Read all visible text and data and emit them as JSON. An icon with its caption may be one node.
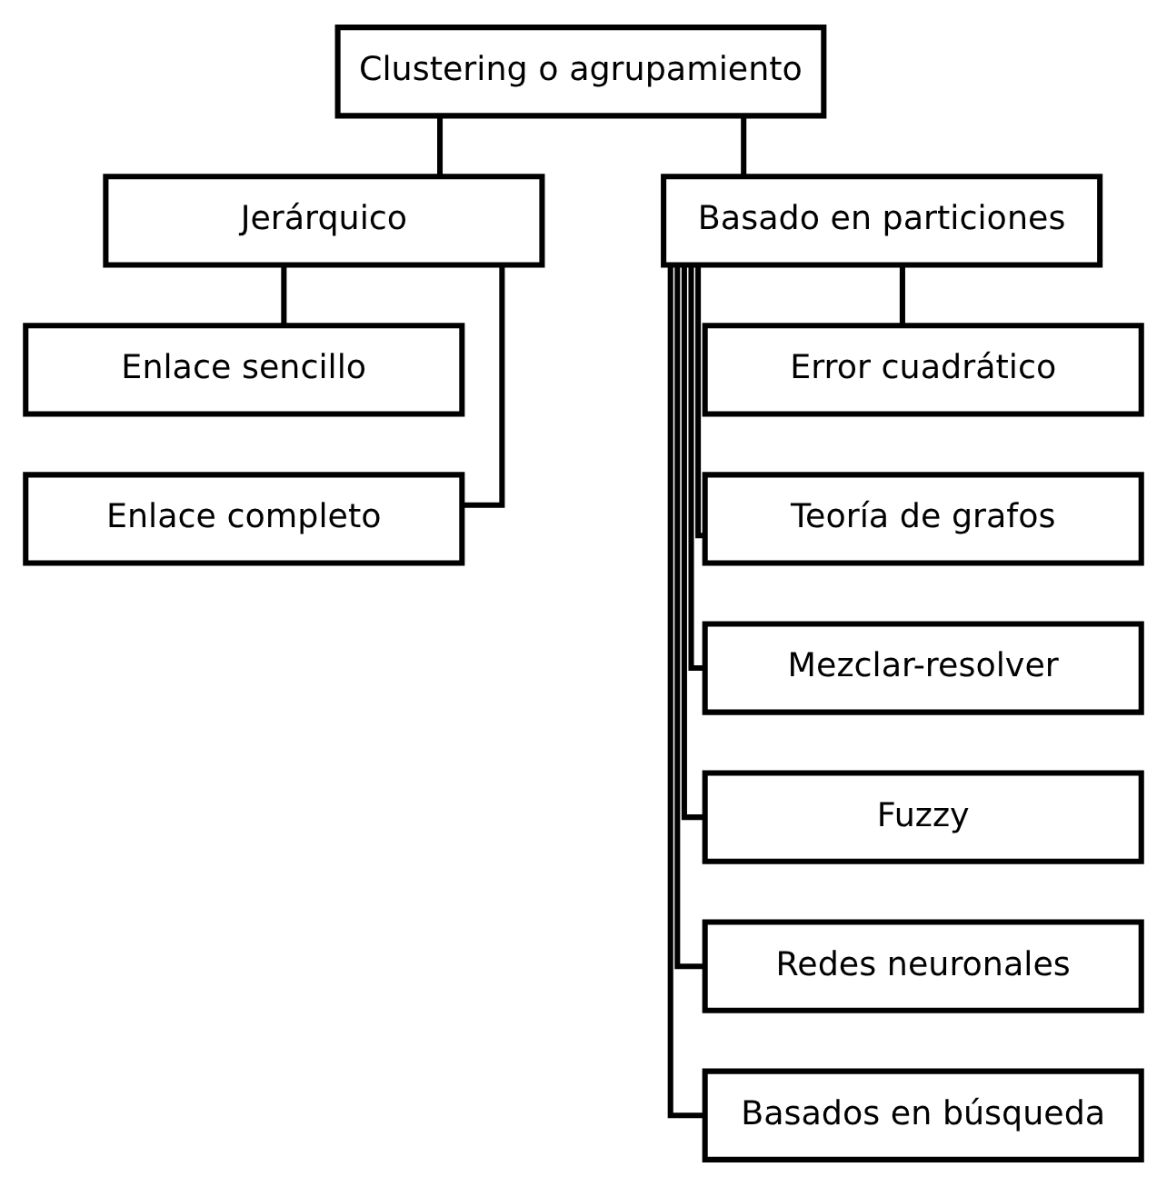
{
  "diagram": {
    "nodes": [
      {
        "text": [
          "Clustering o agrupamiento"
        ]
      },
      {
        "text": [
          "Jerárquico"
        ]
      },
      {
        "text": [
          "Basado en particiones"
        ]
      },
      {
        "text": [
          "Enlace sencillo"
        ]
      },
      {
        "text": [
          "Enlace completo"
        ]
      },
      {
        "text": [
          "Error cuadrático"
        ]
      },
      {
        "text": [
          "Teoría de grafos"
        ]
      },
      {
        "text": [
          "Mezclar-resolver"
        ]
      },
      {
        "text": [
          "Fuzzy"
        ]
      },
      {
        "text": [
          "Redes neuronales"
        ]
      },
      {
        "text": [
          "Basados en búsqueda"
        ]
      }
    ],
    "edges": [
      {
        "from": 0,
        "to": 1,
        "arrow": "none"
      },
      {
        "from": 0,
        "to": 2,
        "arrow": "none"
      },
      {
        "from": 1,
        "to": 3,
        "arrow": "none"
      },
      {
        "from": 1,
        "to": 4,
        "arrow": "none"
      },
      {
        "from": 2,
        "to": 5,
        "arrow": "none"
      },
      {
        "from": 2,
        "to": 6,
        "arrow": "none"
      },
      {
        "from": 2,
        "to": 7,
        "arrow": "none"
      },
      {
        "from": 2,
        "to": 8,
        "arrow": "none"
      },
      {
        "from": 2,
        "to": 9,
        "arrow": "none"
      },
      {
        "from": 2,
        "to": 10,
        "arrow": "none"
      }
    ]
  }
}
